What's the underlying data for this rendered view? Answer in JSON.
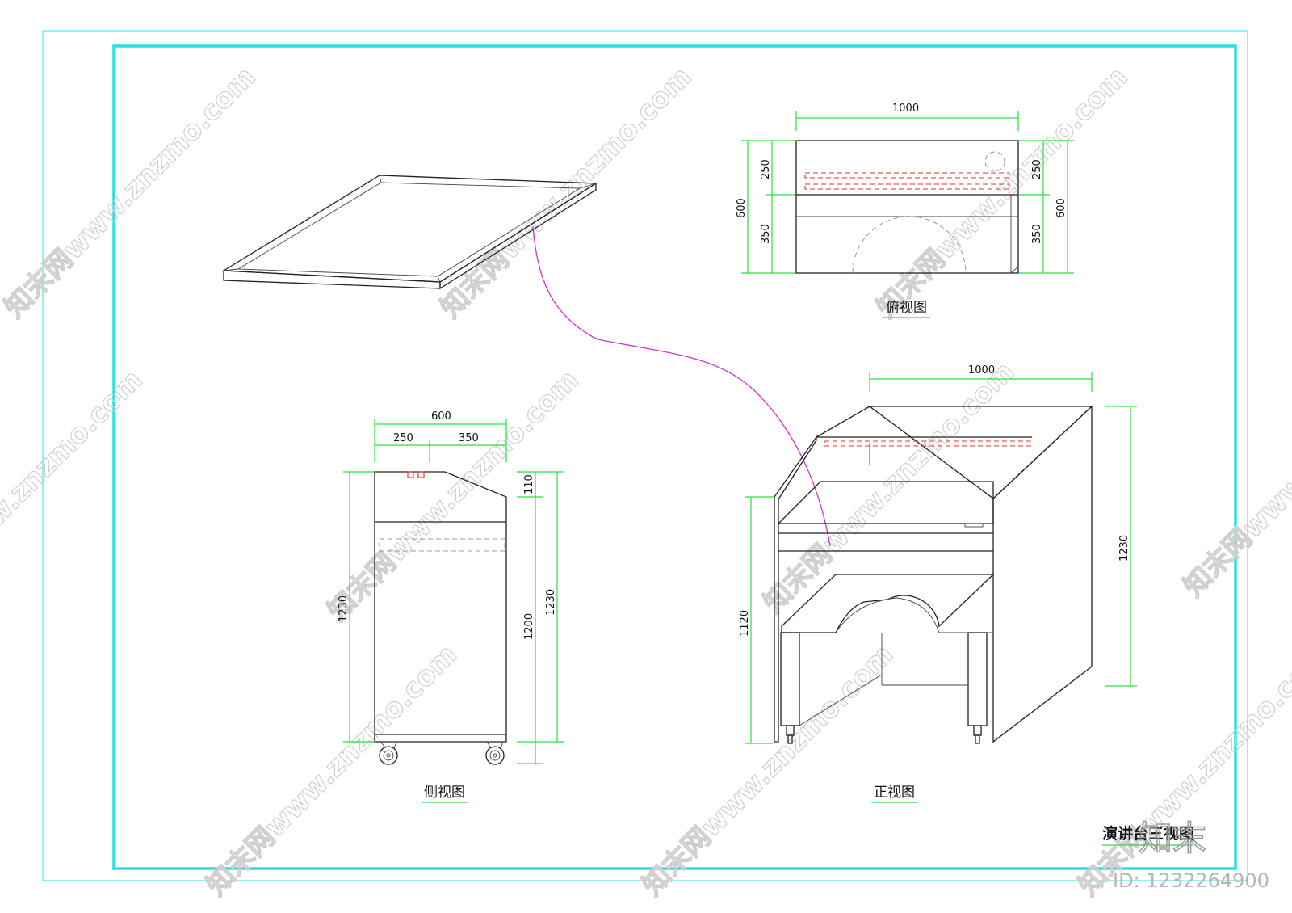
{
  "colors": {
    "frame": "#28e0e0",
    "dimension": "#27e040",
    "leader": "#cc33cc",
    "hidden_line": "#e03030"
  },
  "views": {
    "top": {
      "title": "俯视图",
      "dims": {
        "width": "1000",
        "front_depth": "250",
        "back_depth": "350",
        "total_depth": "600"
      }
    },
    "side": {
      "title": "侧视图",
      "dims": {
        "total_depth": "600",
        "front_depth": "250",
        "back_depth": "350",
        "total_height_left": "1230",
        "top_height": "110",
        "body_height": "1200",
        "total_height_right": "1230"
      }
    },
    "front": {
      "title": "正视图",
      "dims": {
        "width": "1000",
        "inner_height": "1120",
        "total_height": "1230"
      }
    }
  },
  "drawing_title": "演讲台三视图",
  "watermark": {
    "text": "知末网www.znzmo.com",
    "brand": "知末",
    "id": "ID: 1232264900"
  }
}
